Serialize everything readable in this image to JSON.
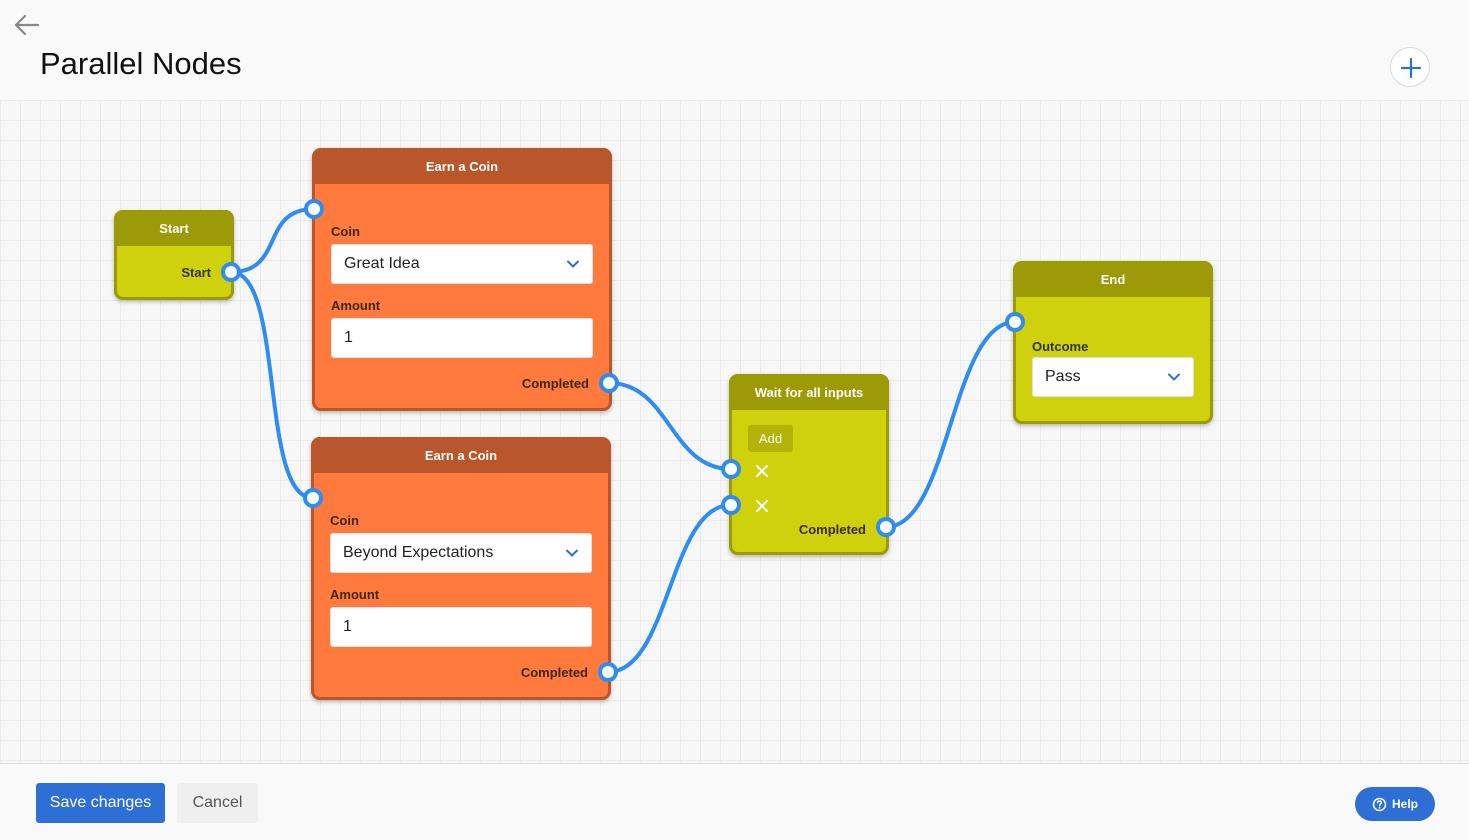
{
  "header": {
    "title": "Parallel Nodes"
  },
  "nodes": {
    "start": {
      "title": "Start",
      "output_label": "Start"
    },
    "earn1": {
      "title": "Earn a Coin",
      "coin_label": "Coin",
      "coin_value": "Great Idea",
      "amount_label": "Amount",
      "amount_value": "1",
      "output_label": "Completed"
    },
    "earn2": {
      "title": "Earn a Coin",
      "coin_label": "Coin",
      "coin_value": "Beyond Expectations",
      "amount_label": "Amount",
      "amount_value": "1",
      "output_label": "Completed"
    },
    "wait": {
      "title": "Wait for all inputs",
      "add_label": "Add",
      "output_label": "Completed"
    },
    "end": {
      "title": "End",
      "outcome_label": "Outcome",
      "outcome_value": "Pass"
    }
  },
  "footer": {
    "save_label": "Save changes",
    "cancel_label": "Cancel",
    "help_label": "Help"
  },
  "colors": {
    "accent": "#2e6fd6",
    "wire": "#2f8cf0",
    "olive_node": "#cfd10c",
    "olive_header": "#9c9a06",
    "orange_node": "#ff7a3c",
    "orange_header": "#b9562c"
  },
  "icons": {
    "back": "arrow-left-icon",
    "add": "plus-icon",
    "select": "chevron-down-icon",
    "remove": "x-icon",
    "help": "question-circle-icon"
  }
}
